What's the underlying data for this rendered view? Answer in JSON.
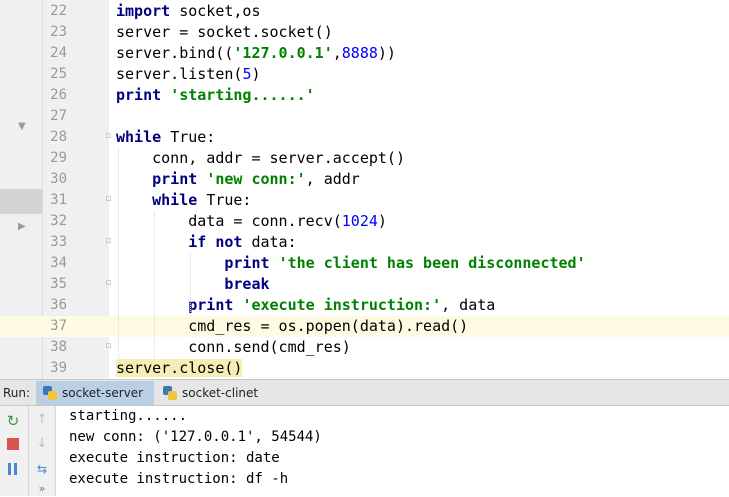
{
  "editor": {
    "lines": [
      {
        "num": "22",
        "segments": [
          {
            "t": "import",
            "c": "kw"
          },
          {
            "t": " socket,os",
            "c": ""
          }
        ]
      },
      {
        "num": "23",
        "segments": [
          {
            "t": "server = socket.socket()",
            "c": ""
          }
        ]
      },
      {
        "num": "24",
        "segments": [
          {
            "t": "server.bind((",
            "c": ""
          },
          {
            "t": "'127.0.0.1'",
            "c": "str"
          },
          {
            "t": ",",
            "c": ""
          },
          {
            "t": "8888",
            "c": "num"
          },
          {
            "t": "))",
            "c": ""
          }
        ]
      },
      {
        "num": "25",
        "segments": [
          {
            "t": "server.listen(",
            "c": ""
          },
          {
            "t": "5",
            "c": "num"
          },
          {
            "t": ")",
            "c": ""
          }
        ]
      },
      {
        "num": "26",
        "segments": [
          {
            "t": "print ",
            "c": "kw"
          },
          {
            "t": "'starting......'",
            "c": "str"
          }
        ]
      },
      {
        "num": "27",
        "segments": []
      },
      {
        "num": "28",
        "segments": [
          {
            "t": "while ",
            "c": "kw"
          },
          {
            "t": "True:",
            "c": ""
          }
        ]
      },
      {
        "num": "29",
        "segments": [
          {
            "t": "    conn, addr = server.accept()",
            "c": ""
          }
        ]
      },
      {
        "num": "30",
        "segments": [
          {
            "t": "    ",
            "c": ""
          },
          {
            "t": "print ",
            "c": "kw"
          },
          {
            "t": "'new conn:'",
            "c": "str"
          },
          {
            "t": ", addr",
            "c": ""
          }
        ]
      },
      {
        "num": "31",
        "segments": [
          {
            "t": "    ",
            "c": ""
          },
          {
            "t": "while ",
            "c": "kw"
          },
          {
            "t": "True:",
            "c": ""
          }
        ]
      },
      {
        "num": "32",
        "segments": [
          {
            "t": "        data = conn.recv(",
            "c": ""
          },
          {
            "t": "1024",
            "c": "num"
          },
          {
            "t": ")",
            "c": ""
          }
        ]
      },
      {
        "num": "33",
        "segments": [
          {
            "t": "        ",
            "c": ""
          },
          {
            "t": "if not ",
            "c": "kw"
          },
          {
            "t": "data:",
            "c": ""
          }
        ]
      },
      {
        "num": "34",
        "segments": [
          {
            "t": "            ",
            "c": ""
          },
          {
            "t": "print ",
            "c": "kw"
          },
          {
            "t": "'the client has been disconnected'",
            "c": "str"
          }
        ]
      },
      {
        "num": "35",
        "segments": [
          {
            "t": "            ",
            "c": ""
          },
          {
            "t": "break",
            "c": "kw"
          }
        ]
      },
      {
        "num": "36",
        "segments": [
          {
            "t": "        ",
            "c": ""
          },
          {
            "t": "print ",
            "c": "kw"
          },
          {
            "t": "'execute instruction:'",
            "c": "str"
          },
          {
            "t": ", data",
            "c": ""
          }
        ]
      },
      {
        "num": "37",
        "segments": [
          {
            "t": "        cmd_res = os.popen(data).read()",
            "c": ""
          }
        ]
      },
      {
        "num": "38",
        "segments": [
          {
            "t": "        conn.send(cmd_res)",
            "c": ""
          }
        ]
      },
      {
        "num": "39",
        "segments": [
          {
            "t": "server.close()",
            "c": "sel"
          }
        ]
      }
    ],
    "current_line": "37"
  },
  "run": {
    "label": "Run:",
    "tabs": [
      {
        "label": "socket-server",
        "active": true
      },
      {
        "label": "socket-clinet",
        "active": false
      }
    ],
    "console": [
      "starting......",
      "new conn: ('127.0.0.1', 54544)",
      "execute instruction: date",
      "execute instruction: df -h"
    ]
  },
  "colors": {
    "keyword": "#000080",
    "string": "#008000",
    "number": "#0000ff",
    "current_line": "#fffbe3",
    "active_tab": "#b9cfe4"
  }
}
